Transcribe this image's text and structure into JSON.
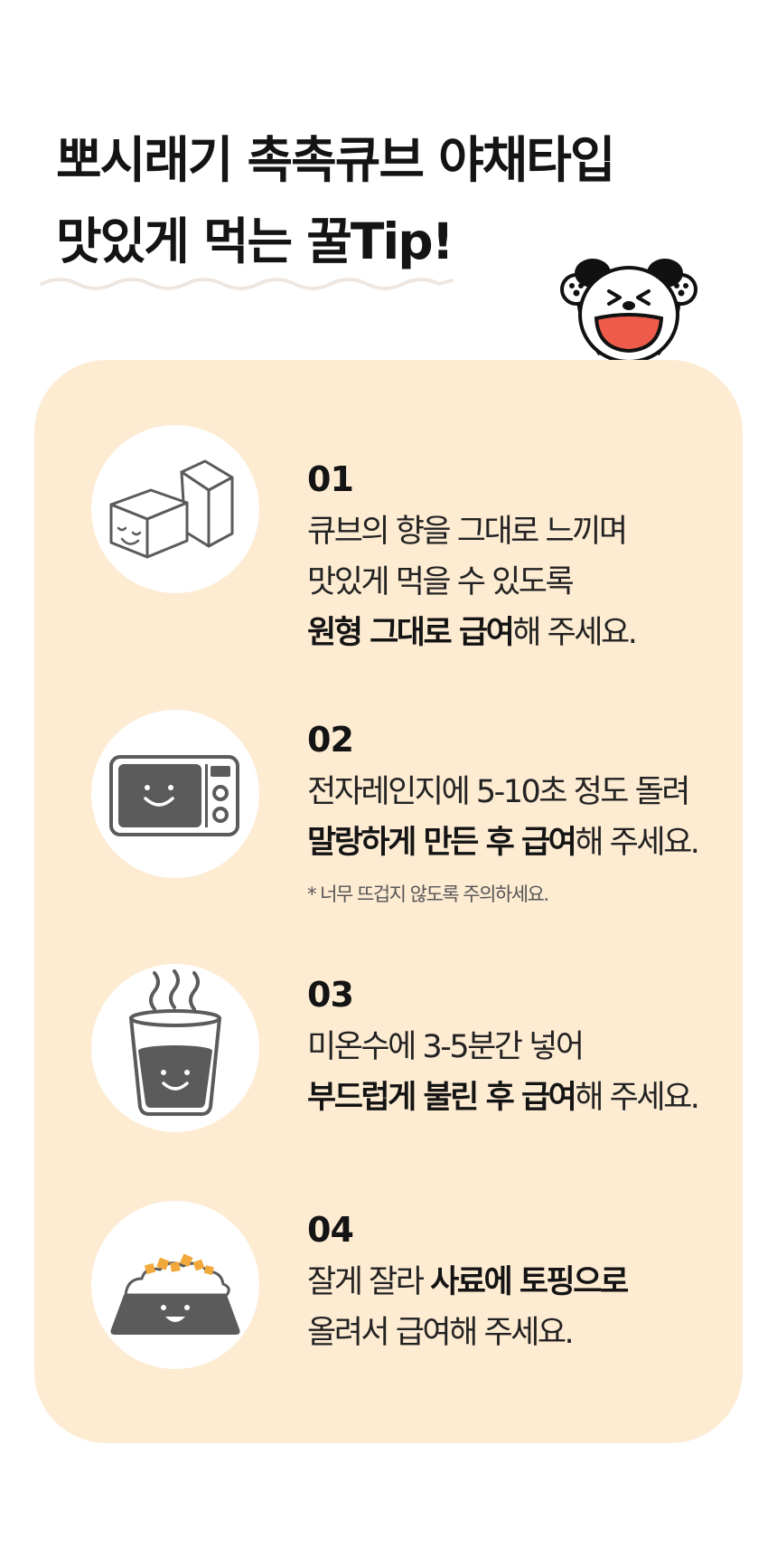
{
  "title": {
    "line1": "뽀시래기 촉촉큐브 야채타입",
    "line2": "맛있게 먹는 꿀Tip!"
  },
  "colors": {
    "card_background": "#fdebd2",
    "icon_gray": "#5b5b5b",
    "mascot_mouth": "#ef5b4b",
    "wave": "#efe7df"
  },
  "steps": [
    {
      "number": "01",
      "icon": "cube-icon",
      "lines": [
        {
          "plain": "큐브의 향을 그대로 느끼며"
        },
        {
          "plain": "맛있게 먹을 수 있도록"
        },
        {
          "bold": "원형 그대로 급여",
          "rest": "해 주세요."
        }
      ]
    },
    {
      "number": "02",
      "icon": "microwave-icon",
      "lines": [
        {
          "plain": "전자레인지에 5-10초 정도 돌려"
        },
        {
          "bold": "말랑하게 만든 후 급여",
          "rest": "해 주세요."
        }
      ],
      "note": "* 너무 뜨겁지 않도록 주의하세요."
    },
    {
      "number": "03",
      "icon": "warm-water-cup-icon",
      "lines": [
        {
          "plain": "미온수에 3-5분간 넣어"
        },
        {
          "bold": "부드럽게 불린 후 급여",
          "rest": "해 주세요."
        }
      ]
    },
    {
      "number": "04",
      "icon": "food-bowl-icon",
      "lines": [
        {
          "plain": "잘게 잘라 ",
          "bold": "사료에 토핑으로"
        },
        {
          "plain": "올려서 급여해 주세요."
        }
      ]
    }
  ]
}
